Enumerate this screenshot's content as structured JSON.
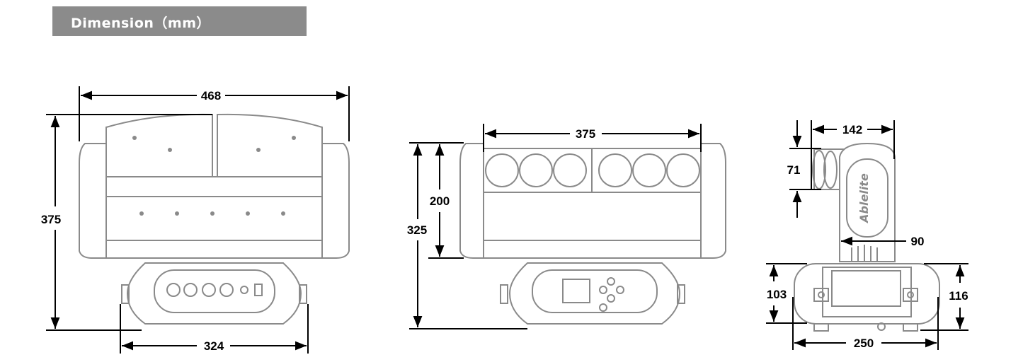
{
  "header": {
    "title": "Dimension（mm）"
  },
  "front_view": {
    "width": "468",
    "height": "375",
    "base_width": "324"
  },
  "lens_view": {
    "lens_span": "375",
    "head_height": "200",
    "total_height": "325"
  },
  "side_view": {
    "head_depth": "142",
    "lens_height": "71",
    "arm_width": "90",
    "base_height": "103",
    "base_total_height": "116",
    "base_depth": "250",
    "logo": "Ablelite"
  }
}
